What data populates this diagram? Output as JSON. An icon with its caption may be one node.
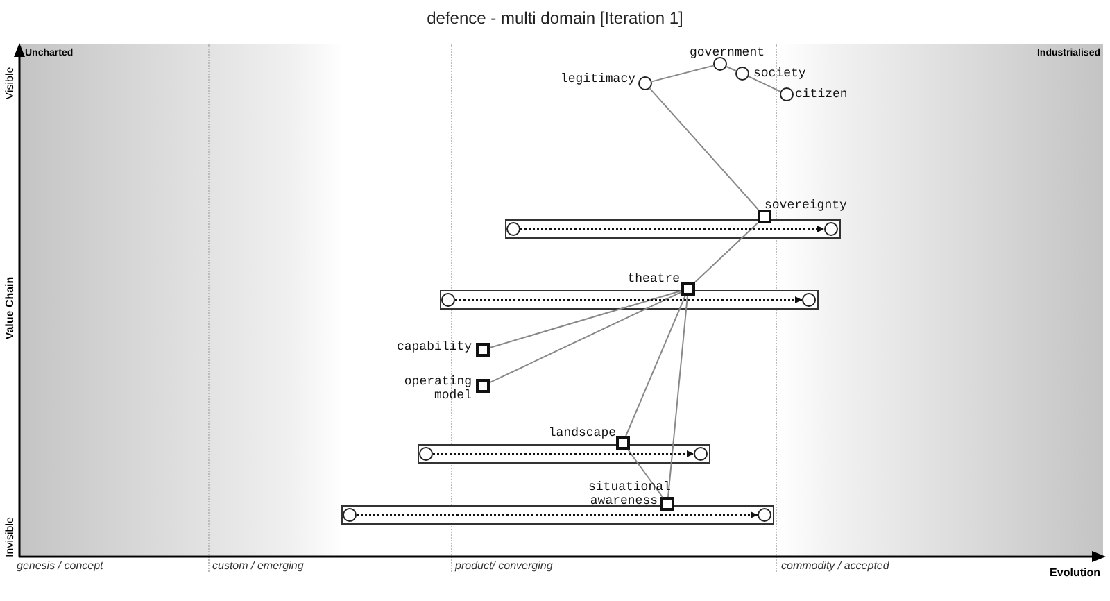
{
  "diagram": {
    "title": "defence - multi domain [Iteration 1]",
    "nodes": [
      {
        "text": [],
        "shape": "circle",
        "beside": [
          "government"
        ]
      },
      {
        "text": [],
        "shape": "circle",
        "beside": [
          "legitimacy"
        ]
      },
      {
        "text": [],
        "shape": "circle",
        "beside": [
          "society"
        ]
      },
      {
        "text": [],
        "shape": "circle",
        "beside": [
          "citizen"
        ]
      },
      {
        "text": [],
        "shape": "box",
        "beside": [
          "sovereignty"
        ]
      },
      {
        "text": [],
        "shape": "bar"
      },
      {
        "text": [],
        "shape": "circle",
        "in": 5
      },
      {
        "text": [],
        "shape": "circle",
        "in": 5
      },
      {
        "text": [],
        "shape": "box",
        "beside": [
          "theatre"
        ]
      },
      {
        "text": [],
        "shape": "bar"
      },
      {
        "text": [],
        "shape": "circle",
        "in": 9
      },
      {
        "text": [],
        "shape": "circle",
        "in": 9
      },
      {
        "text": [],
        "shape": "box",
        "beside": [
          "capability"
        ]
      },
      {
        "text": [],
        "shape": "box",
        "beside": [
          "operating model"
        ]
      },
      {
        "text": [],
        "shape": "box",
        "beside": [
          "landscape"
        ]
      },
      {
        "text": [],
        "shape": "bar"
      },
      {
        "text": [],
        "shape": "circle",
        "in": 15
      },
      {
        "text": [],
        "shape": "circle",
        "in": 15
      },
      {
        "text": [],
        "shape": "box",
        "beside": [
          "situational awareness"
        ]
      },
      {
        "text": [],
        "shape": "bar"
      },
      {
        "text": [],
        "shape": "circle",
        "in": 19
      },
      {
        "text": [],
        "shape": "circle",
        "in": 19
      }
    ],
    "edges": [
      {
        "from": 1,
        "to": 0,
        "arrow": "none"
      },
      {
        "from": 0,
        "to": 2,
        "arrow": "none"
      },
      {
        "from": 2,
        "to": 3,
        "arrow": "none"
      },
      {
        "from": 1,
        "to": 4,
        "arrow": "none"
      },
      {
        "from": 4,
        "to": 8,
        "arrow": "none"
      },
      {
        "from": 8,
        "to": 12,
        "arrow": "none"
      },
      {
        "from": 8,
        "to": 13,
        "arrow": "none"
      },
      {
        "from": 8,
        "to": 14,
        "arrow": "none"
      },
      {
        "from": 8,
        "to": 18,
        "arrow": "none"
      },
      {
        "from": 14,
        "to": 18,
        "arrow": "none"
      },
      {
        "from": 6,
        "to": 7,
        "arrow": "to",
        "style": "dashed",
        "color": "#111111"
      },
      {
        "from": 10,
        "to": 11,
        "arrow": "to",
        "style": "dashed",
        "color": "#111111"
      },
      {
        "from": 16,
        "to": 17,
        "arrow": "to",
        "style": "dashed",
        "color": "#111111"
      },
      {
        "from": 20,
        "to": 21,
        "arrow": "to",
        "style": "dashed",
        "color": "#111111"
      }
    ],
    "labels": [
      "Uncharted",
      "Industrialised",
      "Visible",
      "Value Chain",
      "Invisible",
      "genesis / concept",
      "custom / emerging",
      "product/ converging",
      "commodity / accepted",
      "Evolution"
    ]
  }
}
